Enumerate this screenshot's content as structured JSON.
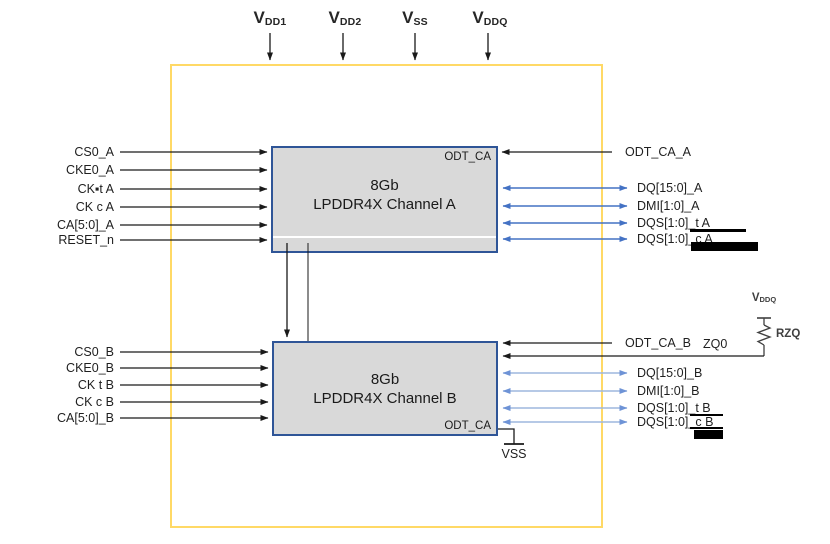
{
  "power_rails": [
    {
      "base": "V",
      "sub": "DD1"
    },
    {
      "base": "V",
      "sub": "DD2"
    },
    {
      "base": "V",
      "sub": "SS"
    },
    {
      "base": "V",
      "sub": "DDQ"
    }
  ],
  "channel_a": {
    "density": "8Gb",
    "name": "LPDDR4X Channel A",
    "odt_label": "ODT_CA",
    "inputs": [
      "CS0_A",
      "CKE0_A",
      "CK▪t A",
      "CK c A",
      "CA[5:0]_A",
      "RESET_n"
    ],
    "odt_input": "ODT_CA_A",
    "dq_signals": [
      "DQ[15:0]_A",
      "DMI[1:0]_A",
      "DQS[1:0]_t A",
      "DQS[1:0]_c A"
    ]
  },
  "channel_b": {
    "density": "8Gb",
    "name": "LPDDR4X Channel B",
    "odt_label": "ODT_CA",
    "inputs": [
      "CS0_B",
      "CKE0_B",
      "CK t B",
      "CK c B",
      "CA[5:0]_B"
    ],
    "odt_input": "ODT_CA_B",
    "zq_pin": "ZQ0",
    "dq_signals": [
      "DQ[15:0]_B",
      "DMI[1:0]_B",
      "DQS[1:0]_t B",
      "DQS[1:0]_c B"
    ],
    "vss_label": "VSS"
  },
  "rzq": {
    "rail_base": "V",
    "rail_sub": "DDQ",
    "resistor_label": "RZQ"
  },
  "colors": {
    "package_border": "#FFD966",
    "block_border": "#2F5597",
    "block_fill": "#D9D9D9",
    "bus_blue_a": "#4472C4",
    "bus_blue_b": "#9DB7DE",
    "wire_black": "#1a1a1a"
  }
}
